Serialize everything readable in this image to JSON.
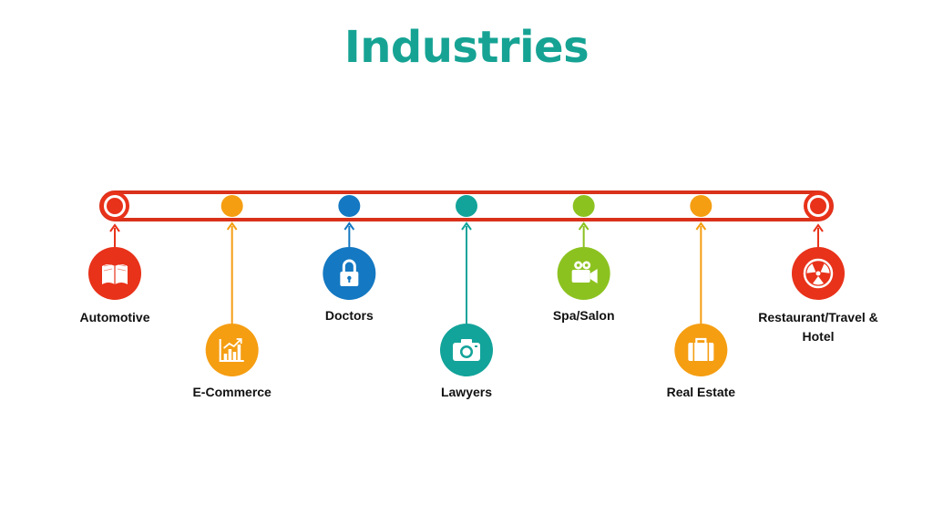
{
  "title": "Industries",
  "colors": {
    "title": "#16a394",
    "track": "#d9311a",
    "red": "#e8321a",
    "orange": "#f59e12",
    "blue": "#1478c2",
    "teal": "#12a39a",
    "green": "#8cc220"
  },
  "industries": [
    {
      "label": "Automotive",
      "icon": "book-icon",
      "color": "red",
      "position": "upper"
    },
    {
      "label": "E-Commerce",
      "icon": "chart-icon",
      "color": "orange",
      "position": "lower"
    },
    {
      "label": "Doctors",
      "icon": "lock-icon",
      "color": "blue",
      "position": "upper"
    },
    {
      "label": "Lawyers",
      "icon": "camera-icon",
      "color": "teal",
      "position": "lower"
    },
    {
      "label": "Spa/Salon",
      "icon": "video-camera-icon",
      "color": "green",
      "position": "upper"
    },
    {
      "label": "Real Estate",
      "icon": "briefcase-icon",
      "color": "orange",
      "position": "lower"
    },
    {
      "label": "Restaurant/Travel & Hotel",
      "icon": "radiation-icon",
      "color": "red",
      "position": "upper"
    }
  ]
}
